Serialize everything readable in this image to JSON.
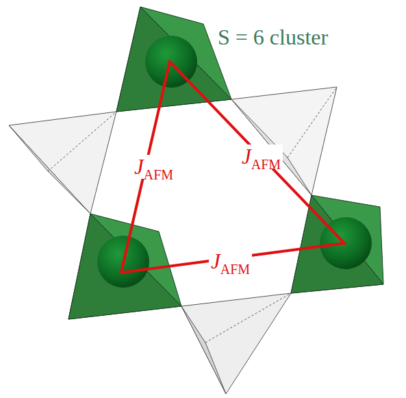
{
  "diagram": {
    "labels": [
      "S = 6 cluster",
      "J",
      "AFM",
      "J",
      "AFM",
      "J",
      "AFM"
    ]
  }
}
